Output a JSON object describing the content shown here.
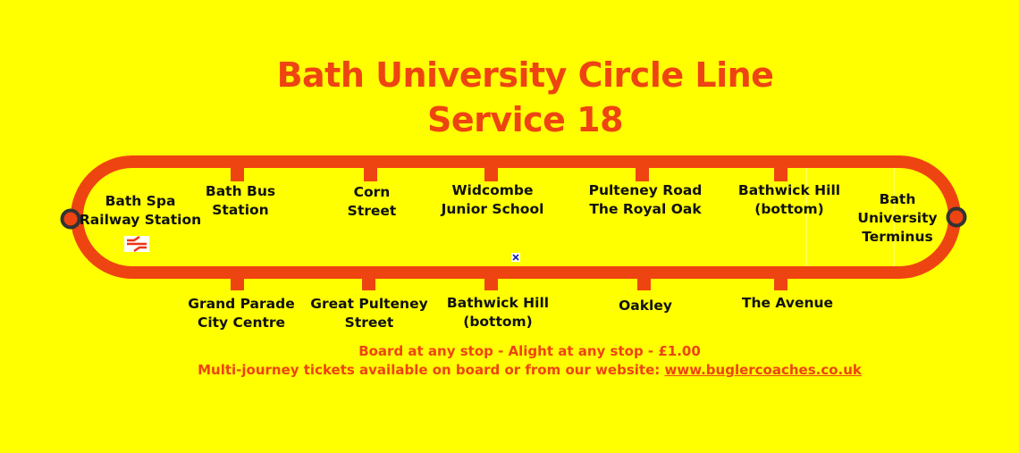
{
  "title": {
    "line1": "Bath University Circle Line",
    "line2": "Service 18"
  },
  "colors": {
    "background": "#ffff00",
    "route": "#ee4411",
    "text": "#111111",
    "terminal": "#333333"
  },
  "terminals": {
    "left": {
      "line1": "Bath Spa",
      "line2": "Railway Station",
      "icon": "national-rail-icon"
    },
    "right": {
      "line1": "Bath",
      "line2": "University",
      "line3": "Terminus"
    }
  },
  "top_stops": [
    {
      "line1": "Bath Bus",
      "line2": "Station"
    },
    {
      "line1": "Corn",
      "line2": "Street"
    },
    {
      "line1": "Widcombe",
      "line2": "Junior School"
    },
    {
      "line1": "Pulteney Road",
      "line2": "The Royal Oak"
    },
    {
      "line1": "Bathwick Hill",
      "line2": "(bottom)"
    }
  ],
  "bottom_stops": [
    {
      "line1": "Grand Parade",
      "line2": "City Centre"
    },
    {
      "line1": "Great Pulteney",
      "line2": "Street"
    },
    {
      "line1": "Bathwick Hill",
      "line2": "(bottom)"
    },
    {
      "line1": "Oakley",
      "line2": ""
    },
    {
      "line1": "The Avenue",
      "line2": ""
    }
  ],
  "footer": {
    "fare": "Board at any stop - Alight at any stop - £1.00",
    "tickets": "Multi-journey tickets available on board or from our website:",
    "website": "www.buglercoaches.co.uk"
  }
}
